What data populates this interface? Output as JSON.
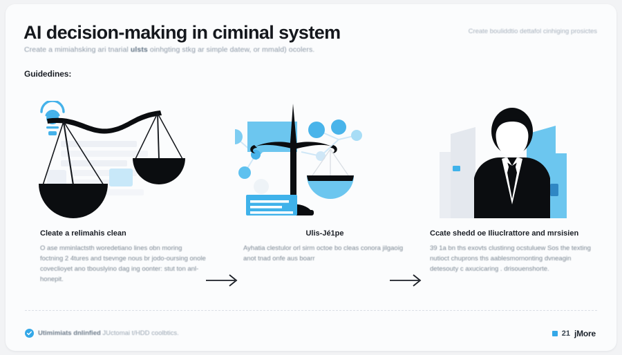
{
  "header": {
    "title": "AI decision-making in ciminal system",
    "subtitle_pre": "Create a mimiahsking ari tnarial ",
    "subtitle_em": "ulsts",
    "subtitle_post": " oinhgting stkg ar simple datew, or mmald) ocolers.",
    "note": "Create bouliddtio dettafol cinhiging prosictes",
    "section_label": "Guidedines:"
  },
  "accent_color": "#34a8e8",
  "text_color": "#1b1f26",
  "muted_color": "#7c8894",
  "background_color": "#fbfcfd",
  "columns": [
    {
      "art_name": "unbalanced-scales-illustration",
      "caption_title": "Cleate a relimahis clean",
      "caption_body": "O ase mminlactsth woredetiano lines obn moring foctning 2 4tures and tsevnge nous br jodo-oursing onole coveclioyet ano tbouslyino dag ing oonter: stut ton anl-honepit."
    },
    {
      "art_name": "balanced-scales-network-illustration",
      "caption_title": "Ulis-Jé1pe",
      "caption_body": "Ayhatia clestulor orl sirm octoe bo cleas conora jilgaoig anot tnad onfe aus boarr"
    },
    {
      "art_name": "person-buildings-illustration",
      "caption_title": "Ccate shedd oe Iliuclrattore and mrsisien",
      "caption_body": "39 1a bn ths exovts clustinng ocstuluew Sos the texting nutioct chuprons ths aablesmornonting dvneagin detesouty c axucicaring . drisouenshorte."
    }
  ],
  "arrows": [
    {
      "label": "arrow-step-1-to-2"
    },
    {
      "label": "arrow-step-2-to-3"
    }
  ],
  "footer": {
    "note_em": "Utimimiats dnlinfied",
    "note_rest": " JUctomai t/HDD coolbtics.",
    "count": "21",
    "brand": "jMore"
  }
}
